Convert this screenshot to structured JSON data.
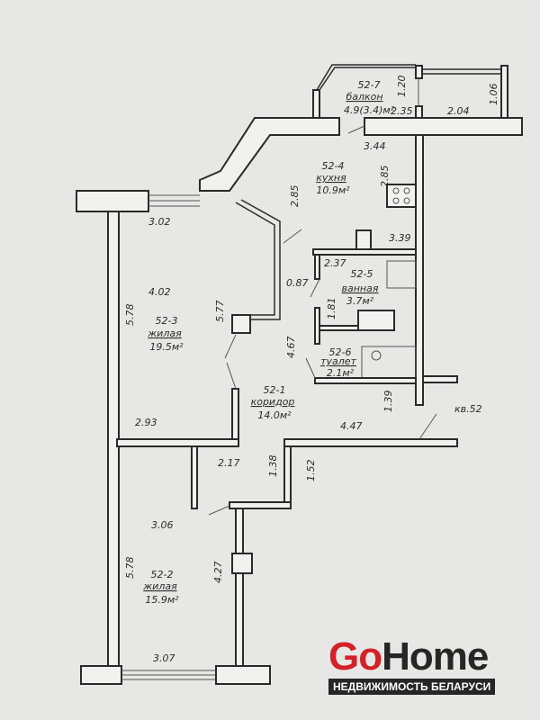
{
  "rooms": [
    {
      "id": "52-7",
      "name": "балкон",
      "area": "4.9(3.4)м²"
    },
    {
      "id": "52-4",
      "name": "кухня",
      "area": "10.9м²"
    },
    {
      "id": "52-5",
      "name": "ванная",
      "area": "3.7м²"
    },
    {
      "id": "52-6",
      "name": "туалет",
      "area": "2.1м²"
    },
    {
      "id": "52-3",
      "name": "жилая",
      "area": "19.5м²"
    },
    {
      "id": "52-1",
      "name": "коридор",
      "area": "14.0м²"
    },
    {
      "id": "52-2",
      "name": "жилая",
      "area": "15.9м²"
    }
  ],
  "dimensions": [
    "1.20",
    "1.06",
    "2.35",
    "2.04",
    "3.44",
    "2.85",
    "2.85",
    "3.02",
    "3.39",
    "2.37",
    "0.87",
    "4.02",
    "5.78",
    "5.77",
    "1.81",
    "4.67",
    "1.39",
    "4.47",
    "2.93",
    "2.17",
    "1.38",
    "1.52",
    "3.06",
    "4.27",
    "5.78",
    "3.07"
  ],
  "apartment_label": "кв.52",
  "logo": {
    "go": "Go",
    "home": "Home",
    "tagline": "НЕДВИЖИМОСТЬ БЕЛАРУСИ"
  }
}
